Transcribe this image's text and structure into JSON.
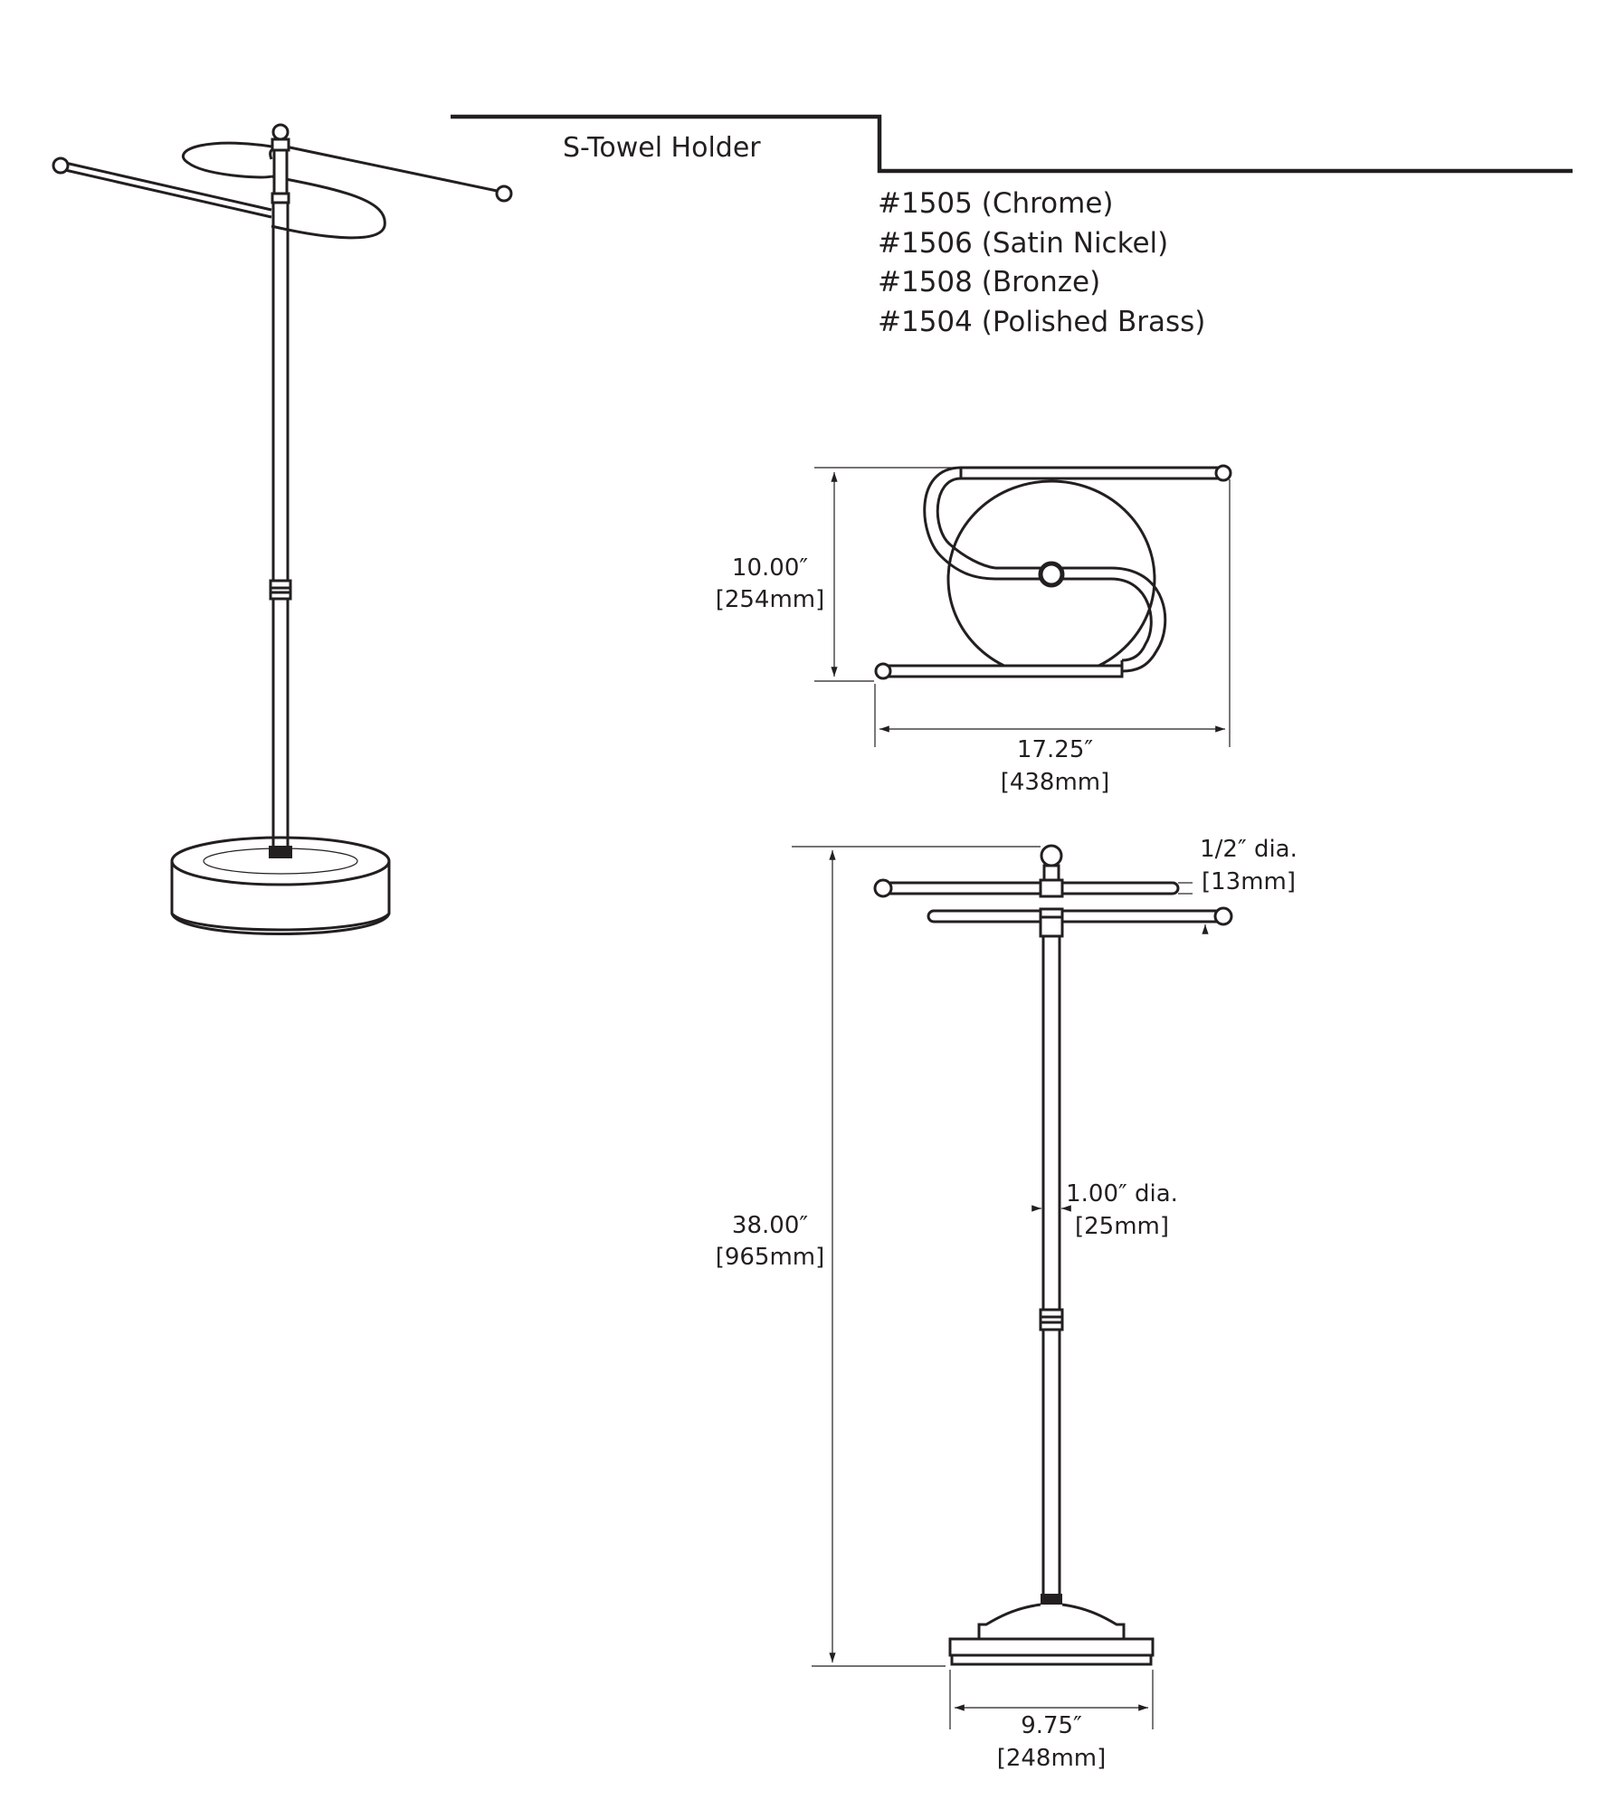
{
  "header": {
    "title": "S-Towel Holder"
  },
  "models": [
    "#1505 (Chrome)",
    "#1506 (Satin Nickel)",
    "#1508 (Bronze)",
    "#1504 (Polished Brass)"
  ],
  "top_view": {
    "depth": {
      "imperial": "10.00″",
      "metric": "[254mm]"
    },
    "width": {
      "imperial": "17.25″",
      "metric": "[438mm]"
    }
  },
  "front_view": {
    "bar_diameter": {
      "imperial": "1/2″ dia.",
      "metric": "[13mm]"
    },
    "post_diameter": {
      "imperial": "1.00″ dia.",
      "metric": "[25mm]"
    },
    "height": {
      "imperial": "38.00″",
      "metric": "[965mm]"
    },
    "base_width": {
      "imperial": "9.75″",
      "metric": "[248mm]"
    }
  }
}
